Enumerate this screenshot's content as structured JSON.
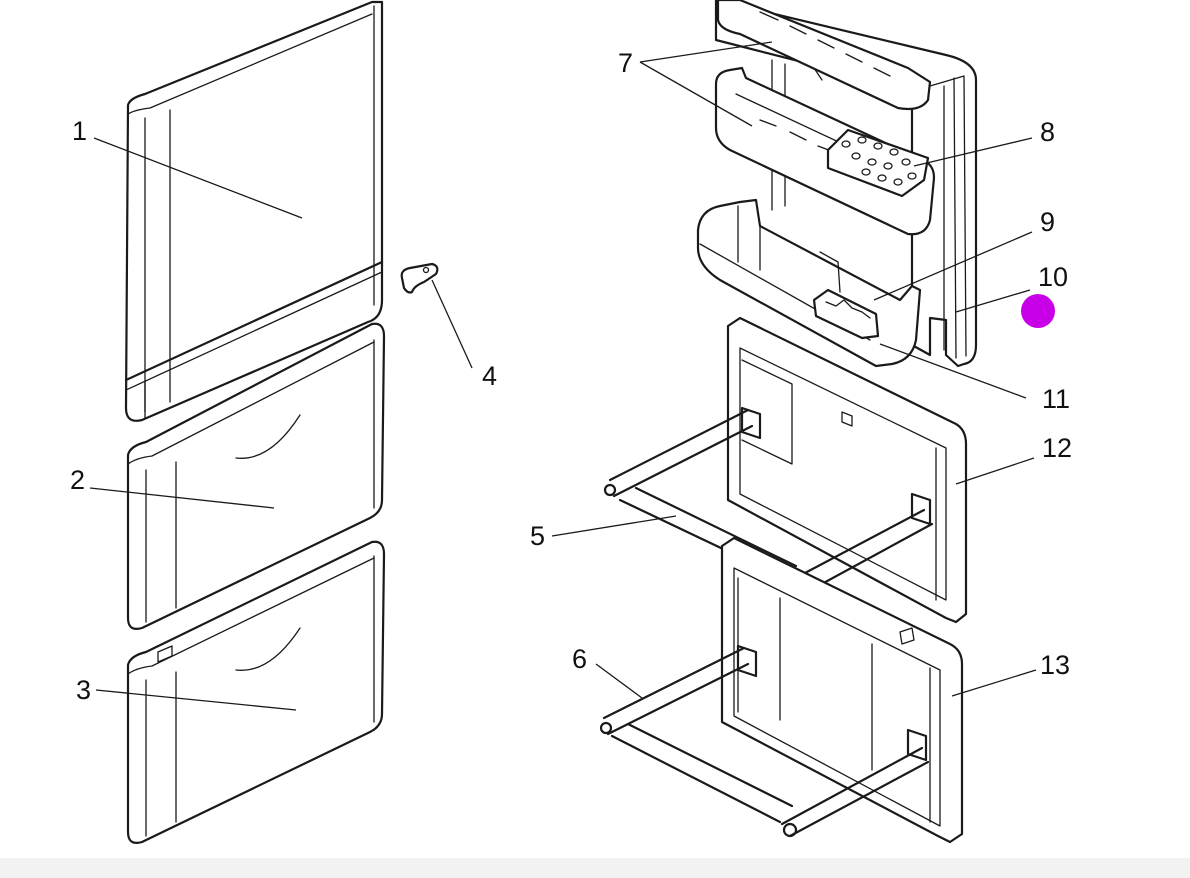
{
  "parts": [
    {
      "label": "1"
    },
    {
      "label": "2"
    },
    {
      "label": "3"
    },
    {
      "label": "4"
    },
    {
      "label": "5"
    },
    {
      "label": "6"
    },
    {
      "label": "7"
    },
    {
      "label": "8"
    },
    {
      "label": "9"
    },
    {
      "label": "10"
    },
    {
      "label": "11"
    },
    {
      "label": "12"
    },
    {
      "label": "13"
    }
  ],
  "colors": {
    "line": "#1a1a1a",
    "background": "#ffffff",
    "marker": "#c800e8",
    "bottom_strip": "#f2f2f2"
  }
}
